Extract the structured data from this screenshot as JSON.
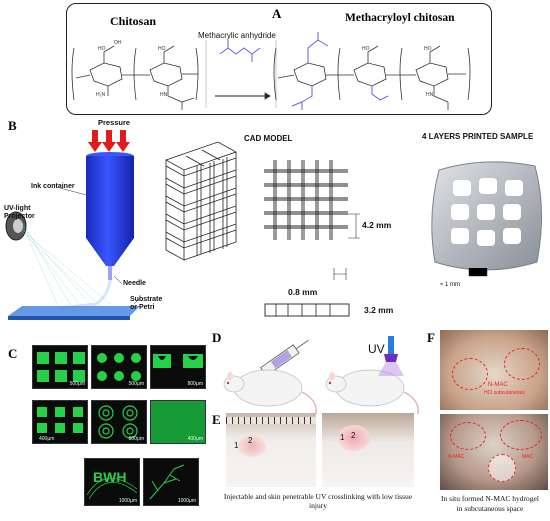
{
  "panel_labels": {
    "a": "A",
    "b": "B",
    "c": "C",
    "d": "D",
    "e": "E",
    "f": "F"
  },
  "panel_a": {
    "left_title": "Chitosan",
    "right_title": "Methacryloyl chitosan",
    "reagent": "Methacrylic anhydride",
    "chem_labels": {
      "ho": "HO",
      "oh": "OH",
      "nh2": "H₂N",
      "hn": "HN",
      "o": "O"
    }
  },
  "panel_b": {
    "pressure": "Pressure",
    "ink_container": "Ink container",
    "uv_projector": "UV-light Projector",
    "needle": "Needle",
    "substrate": "Substrate or Petri",
    "cad_title": "CAD MODEL",
    "sample_title": "4 LAYERS PRINTED SAMPLE",
    "dim_4_2": "4.2 mm",
    "dim_0_8": "0.8 mm",
    "dim_3_2": "3.2 mm",
    "dim_1": "≈ 1 mm"
  },
  "panel_c": {
    "scale_labels": [
      "500μm",
      "500μm",
      "800μm",
      "400μm",
      "800μm",
      "400μm",
      "1000μm",
      "1000μm"
    ],
    "logo_text": "BWH"
  },
  "panel_d": {
    "uv_label": "UV"
  },
  "panel_e": {
    "marks_left": [
      "1",
      "2"
    ],
    "marks_right": [
      "1",
      "2"
    ],
    "caption": "Injectable and skin penetrable UV crosslinking with low tissue injury"
  },
  "panel_f": {
    "annotations": [
      "N-MAC",
      "HCl subcutaneous",
      "N-MAC",
      "MAC"
    ],
    "caption_line1": "In situ formed N-MAC hydrogel",
    "caption_line2": "in subcutaneous space"
  },
  "colors": {
    "ink_blue": "#1f33e6",
    "pressure_red": "#e01b1b",
    "fluor_green": "#26d14a",
    "uv_violet": "#6b2fbf",
    "method_purple": "#6f5ae8"
  }
}
